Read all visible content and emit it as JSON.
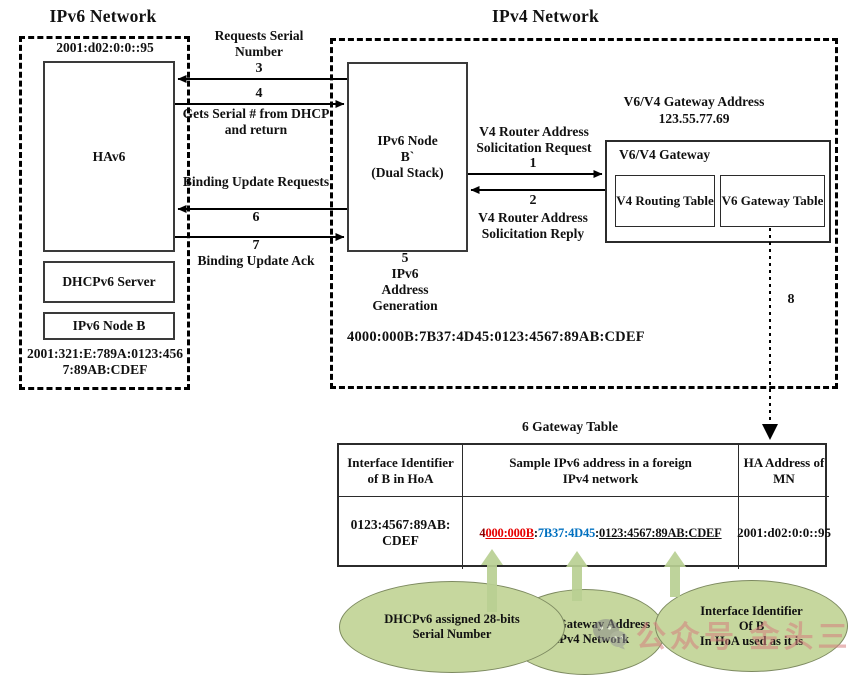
{
  "colors": {
    "serial_red": "#e60000",
    "prefix_dark_red": "#8b0000",
    "gateway_blue": "#0070c0",
    "ellipse_green": "#c6d79e",
    "arrow_green": "#b9cf92",
    "watermark_pink": "#d67f7f"
  },
  "ipv6_network": {
    "title": "IPv6 Network",
    "ha_address": "2001:d02:0:0::95",
    "hav6": "HAv6",
    "dhcpv6_server": "DHCPv6 Server",
    "ipv6_node_b": "IPv6 Node B",
    "network_address": "2001:321:E:789A:0123:4567:89AB:CDEF"
  },
  "ipv4_network": {
    "title": "IPv4 Network",
    "node_lines": [
      "IPv6 Node",
      "B`",
      "(Dual Stack)"
    ],
    "gateway_address_title": "V6/V4 Gateway Address",
    "gateway_address_value": "123.55.77.69",
    "gateway_label": "V6/V4 Gateway",
    "v4_routing_table": "V4 Routing Table",
    "v6_gateway_table": "V6 Gateway Table",
    "generated_address": "4000:000B:7B37:4D45:0123:4567:89AB:CDEF"
  },
  "messages": {
    "requests_serial": {
      "number": "3",
      "label": "Requests Serial Number"
    },
    "gets_serial": {
      "number": "4",
      "label": "Gets Serial # from DHCP and return"
    },
    "binding_update_requests": {
      "number": "6",
      "label": "Binding Update Requests"
    },
    "binding_update_ack": {
      "number": "7",
      "label": "Binding Update Ack"
    },
    "v4_solicitation_request": {
      "number": "1",
      "label": "V4 Router Address Solicitation Request"
    },
    "v4_solicitation_reply": {
      "number": "2",
      "label": "V4 Router Address Solicitation Reply"
    },
    "address_generation": {
      "number": "5",
      "label_lines": [
        "IPv6",
        "Address",
        "Generation"
      ]
    },
    "gateway_lookup": {
      "number": "8"
    }
  },
  "gateway_table": {
    "title": "6 Gateway Table",
    "headers": [
      "Interface Identifier of B in HoA",
      "Sample IPv6 address in a foreign IPv4 network",
      "HA Address of MN"
    ],
    "row": {
      "interface_identifier": "0123:4567:89AB:CDEF",
      "address_parts": [
        "4",
        "000:000B",
        ":",
        "7B37:4D45",
        ":",
        "0123:4567:89AB:CDEF"
      ],
      "ha_address": "2001:d02:0:0::95"
    }
  },
  "annotations": {
    "dhcp_serial_lines": [
      "DHCPv6 assigned 28-bits",
      "Serial Number"
    ],
    "gateway_address_lines": [
      "V6/V4 Gateway Address",
      "in IPv4 Network"
    ],
    "interface_identifier_lines": [
      "Interface Identifier",
      "Of B",
      "In HoA used as it is"
    ]
  },
  "watermark": {
    "text": "公众号 金头三石"
  }
}
